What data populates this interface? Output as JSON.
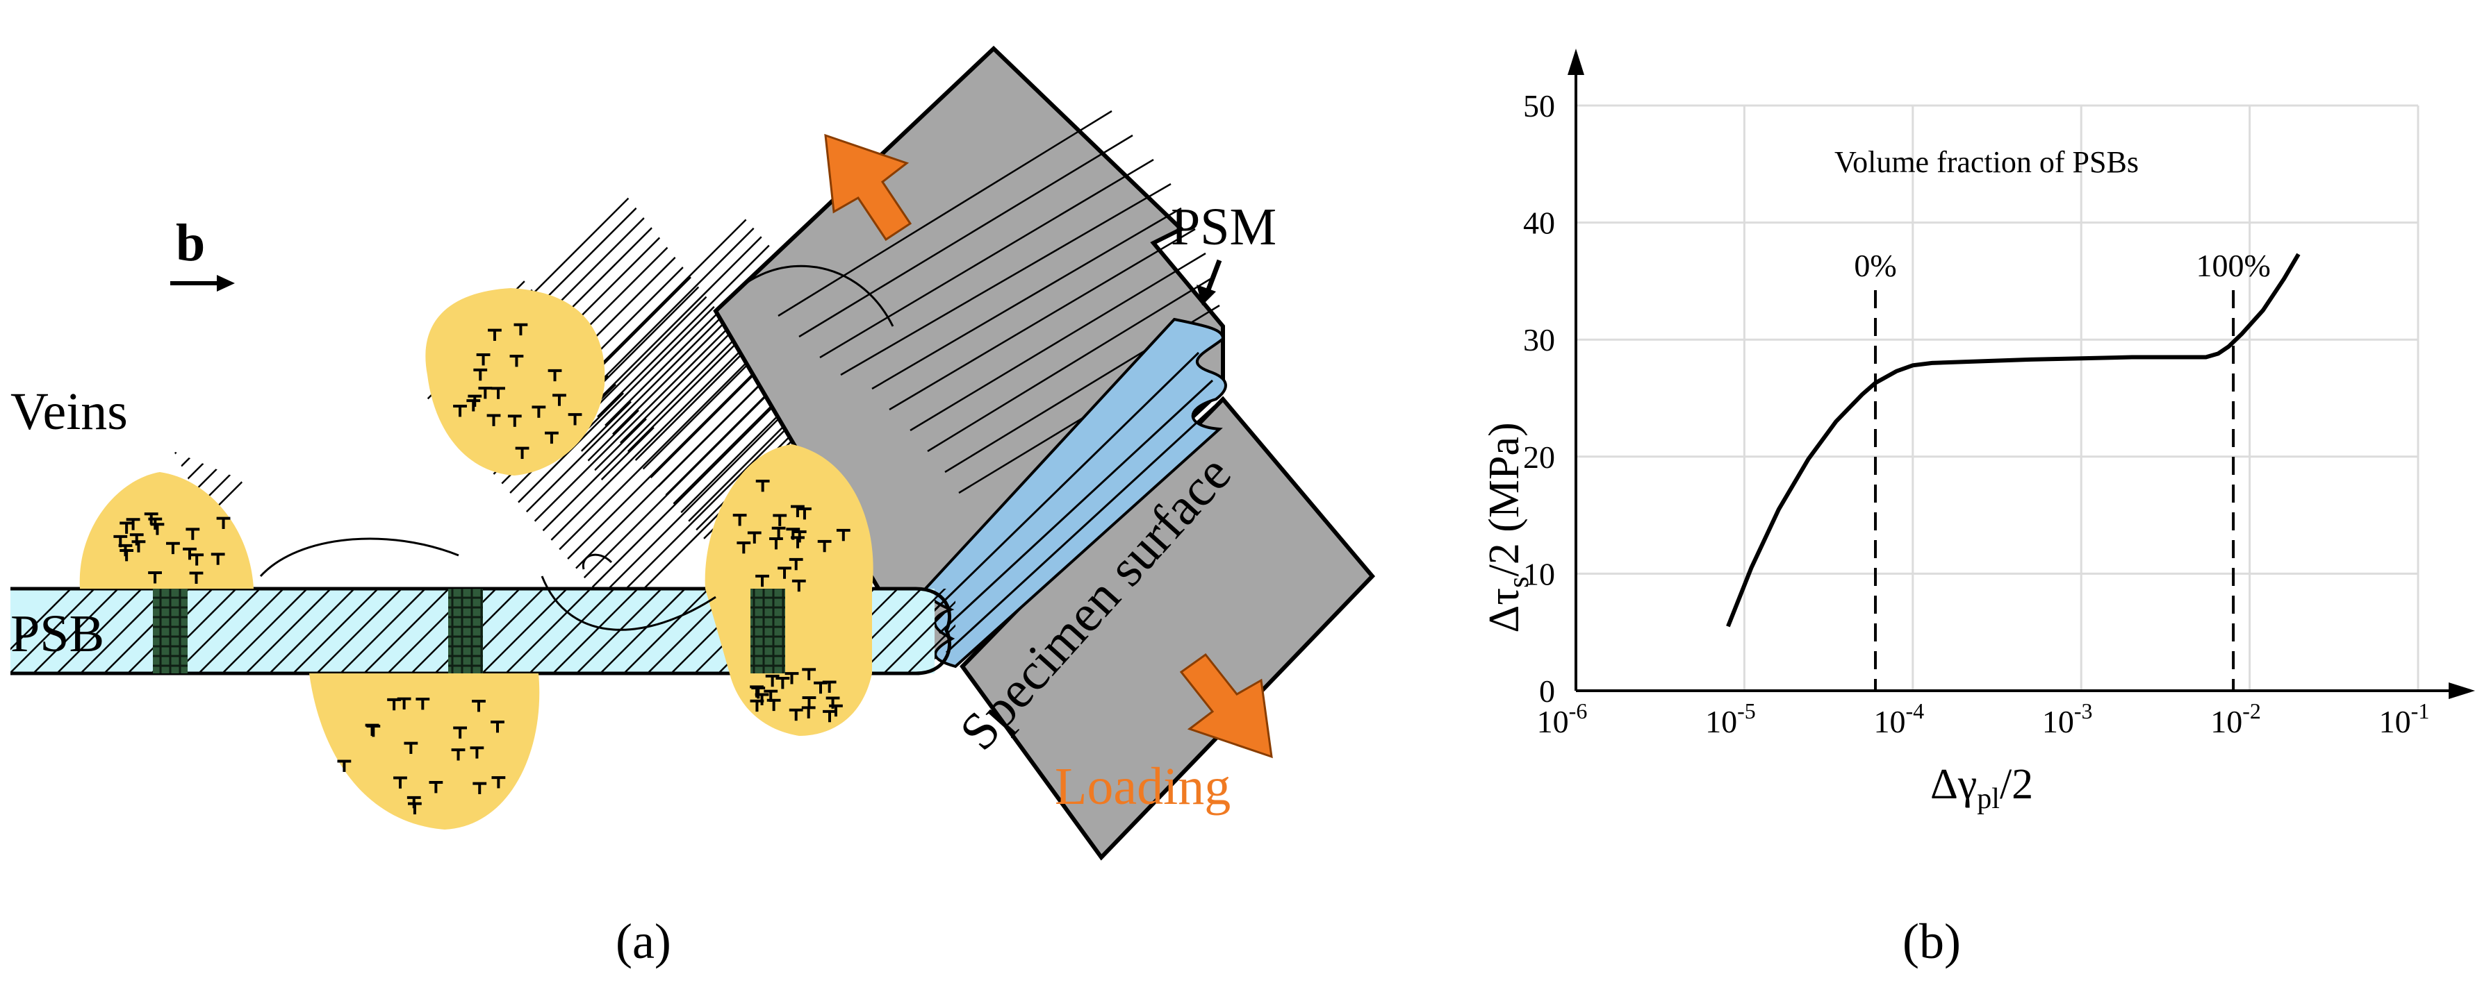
{
  "panel_a": {
    "caption": "(a)",
    "labels": {
      "b": "b",
      "veins": "Veins",
      "psb": "PSB",
      "psm": "PSM",
      "specimen_surface": "Specimen surface",
      "loading": "Loading"
    },
    "colors": {
      "vein_fill": "#f9d66b",
      "psb_fill": "#cdf5fb",
      "psm_fill": "#93c3e6",
      "specimen_fill": "#a6a6a6",
      "arrow_fill": "#f07a22"
    }
  },
  "panel_b": {
    "caption": "(b)",
    "chart_data": {
      "type": "line",
      "title": "Volume fraction of PSBs",
      "xlabel": "Δγpl/2",
      "ylabel": "Δτs/2 (MPa)",
      "xscale": "log",
      "xlim": [
        1e-06,
        0.1
      ],
      "ylim": [
        0,
        50
      ],
      "xticks": [
        {
          "base": "10",
          "exp": "-6"
        },
        {
          "base": "10",
          "exp": "-5"
        },
        {
          "base": "10",
          "exp": "-4"
        },
        {
          "base": "10",
          "exp": "-3"
        },
        {
          "base": "10",
          "exp": "-2"
        },
        {
          "base": "10",
          "exp": "-1"
        }
      ],
      "yticks": [
        "0",
        "10",
        "20",
        "30",
        "40",
        "50"
      ],
      "grid": true,
      "series": [
        {
          "x": [
            8e-06,
            1.1e-05,
            1.6e-05,
            2.4e-05,
            3.5e-05,
            5e-05,
            6e-05,
            8e-05,
            0.0001,
            0.00013,
            0.0002,
            0.0005,
            0.001,
            0.002,
            0.004,
            0.0055,
            0.0065,
            0.0075,
            0.009,
            0.012,
            0.016,
            0.0195
          ],
          "y": [
            5.5,
            10.5,
            15.5,
            19.8,
            23,
            25.3,
            26.3,
            27.3,
            27.8,
            28.0,
            28.1,
            28.3,
            28.4,
            28.5,
            28.5,
            28.5,
            28.8,
            29.4,
            30.5,
            32.5,
            35.2,
            37.3
          ]
        }
      ],
      "annotations": [
        {
          "label": "0%",
          "x": 6e-05
        },
        {
          "label": "100%",
          "x": 0.008
        }
      ]
    }
  }
}
